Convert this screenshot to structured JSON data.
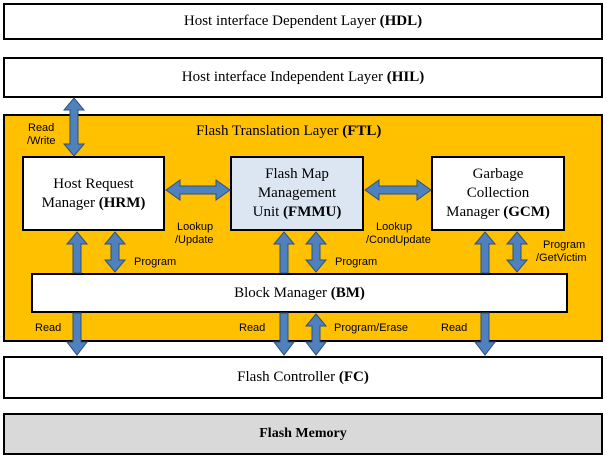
{
  "layers": {
    "hdl": {
      "text": "Host interface  Dependent Layer ",
      "abbr": "(HDL)"
    },
    "hil": {
      "text": "Host interface  Independent Layer ",
      "abbr": "(HIL)"
    },
    "fc": {
      "text": "Flash Controller ",
      "abbr": "(FC)"
    },
    "memory": {
      "text": "Flash Memory"
    }
  },
  "ftl": {
    "title": "Flash Translation Layer ",
    "abbr": "(FTL)"
  },
  "modules": {
    "hrm": {
      "line1": "Host Request",
      "line2": "Manager ",
      "abbr": "(HRM)"
    },
    "fmmu": {
      "line1": "Flash Map",
      "line2": "Management",
      "line3": "Unit ",
      "abbr": "(FMMU)"
    },
    "gcm": {
      "line1": "Garbage",
      "line2": "Collection",
      "line3": "Manager ",
      "abbr": "(GCM)"
    },
    "bm": {
      "text": "Block Manager ",
      "abbr": "(BM)"
    }
  },
  "labels": {
    "read_write_1": "Read",
    "read_write_2": "/Write",
    "lookup_update_1": "Lookup",
    "lookup_update_2": "/Update",
    "lookup_condupdate_1": "Lookup",
    "lookup_condupdate_2": "/CondUpdate",
    "program_hrm": "Program",
    "program_fmmu": "Program",
    "program_getvictim_1": "Program",
    "program_getvictim_2": "/GetVictim",
    "read_left": "Read",
    "read_mid": "Read",
    "program_erase": "Program/Erase",
    "read_right": "Read"
  },
  "colors": {
    "ftl_fill": "#ffc000",
    "fmmu_fill": "#dce6f2",
    "arrow": "#4f81bd",
    "memory_fill": "#d9d9d9"
  }
}
